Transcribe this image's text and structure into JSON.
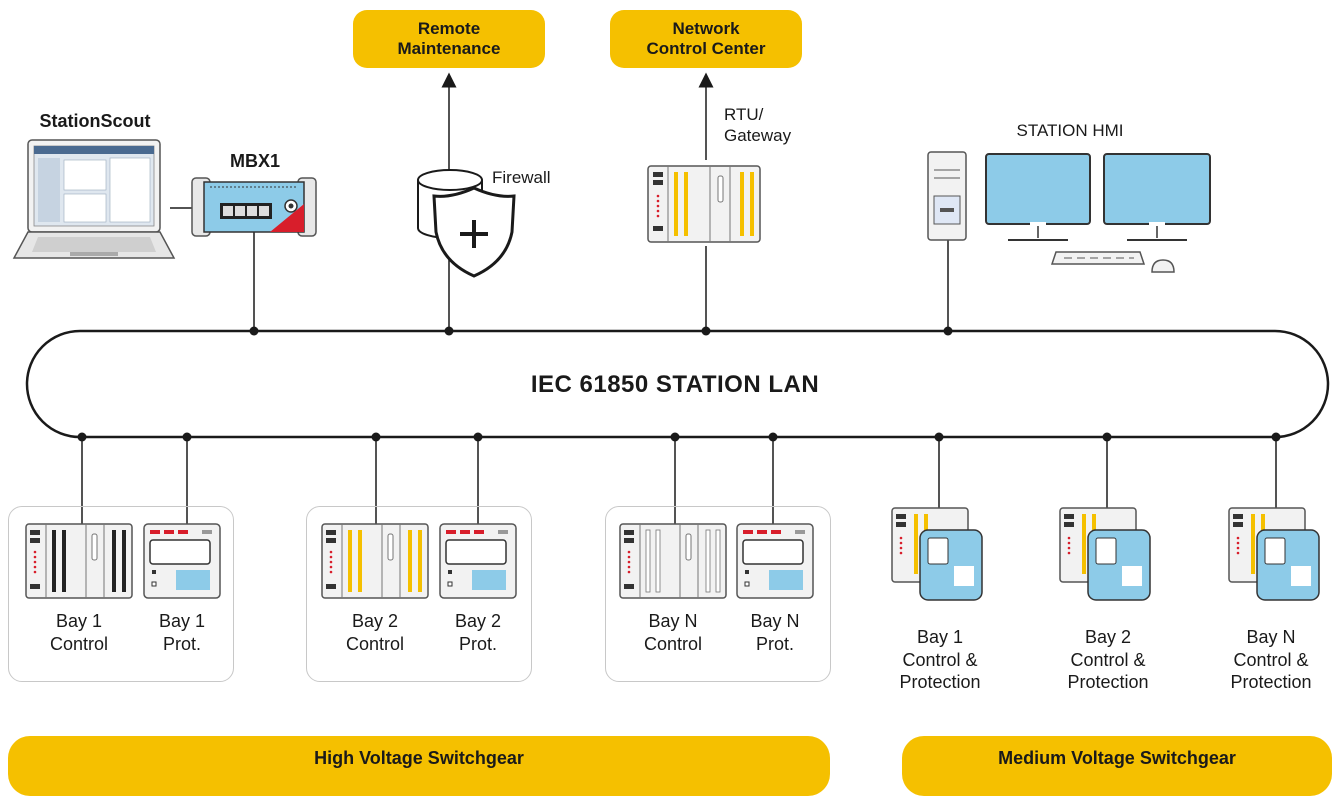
{
  "top_nodes": {
    "remote_maintenance": "Remote\nMaintenance",
    "network_control_center": "Network\nControl Center"
  },
  "devices": {
    "stationscout": "StationScout",
    "mbx1": "MBX1",
    "firewall": "Firewall",
    "rtu_gateway": "RTU/\nGateway",
    "station_hmi": "STATION HMI"
  },
  "lan_label": "IEC 61850 STATION LAN",
  "bays": {
    "hv": [
      {
        "control": "Bay 1\nControl",
        "prot": "Bay 1\nProt."
      },
      {
        "control": "Bay 2\nControl",
        "prot": "Bay 2\nProt."
      },
      {
        "control": "Bay N\nControl",
        "prot": "Bay N\nProt."
      }
    ],
    "mv": [
      "Bay 1\nControl &\nProtection",
      "Bay 2\nControl &\nProtection",
      "Bay N\nControl &\nProtection"
    ]
  },
  "bands": {
    "high_voltage": "High Voltage Switchgear",
    "medium_voltage": "Medium Voltage Switchgear"
  },
  "colors": {
    "accent_yellow": "#f5c000",
    "screen_blue": "#8dcbe8",
    "device_red": "#d81e2b",
    "line": "#1a1a1a"
  }
}
